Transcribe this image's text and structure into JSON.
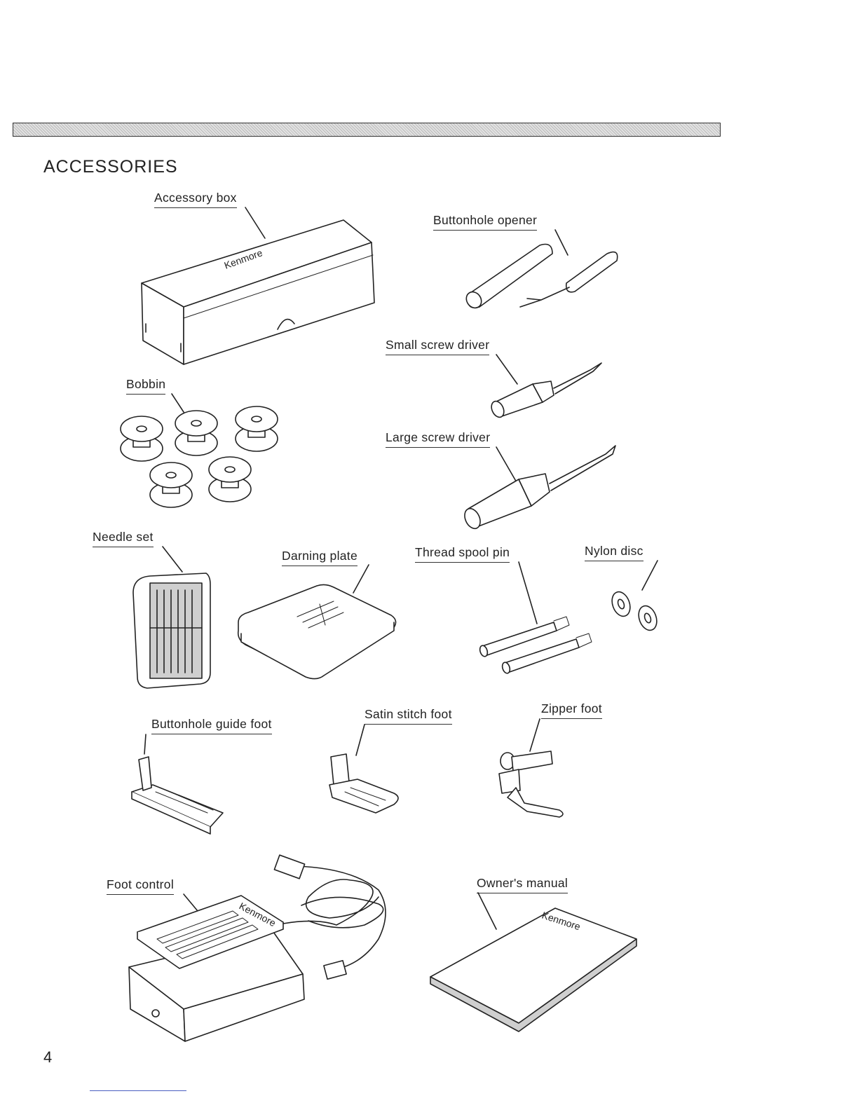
{
  "page": {
    "title": "ACCESSORIES",
    "page_number": "4"
  },
  "labels": {
    "accessory_box": "Accessory box",
    "buttonhole_opener": "Buttonhole opener",
    "small_screw_driver": "Small screw driver",
    "bobbin": "Bobbin",
    "large_screw_driver": "Large screw driver",
    "needle_set": "Needle set",
    "darning_plate": "Darning plate",
    "thread_spool_pin": "Thread spool pin",
    "nylon_disc": "Nylon disc",
    "buttonhole_guide_foot": "Buttonhole guide foot",
    "satin_stitch_foot": "Satin stitch foot",
    "zipper_foot": "Zipper foot",
    "foot_control": "Foot control",
    "owners_manual": "Owner's manual"
  },
  "brand": {
    "box_logo": "Kenmore",
    "pedal_logo": "Kenmore",
    "manual_logo": "Kenmore"
  }
}
